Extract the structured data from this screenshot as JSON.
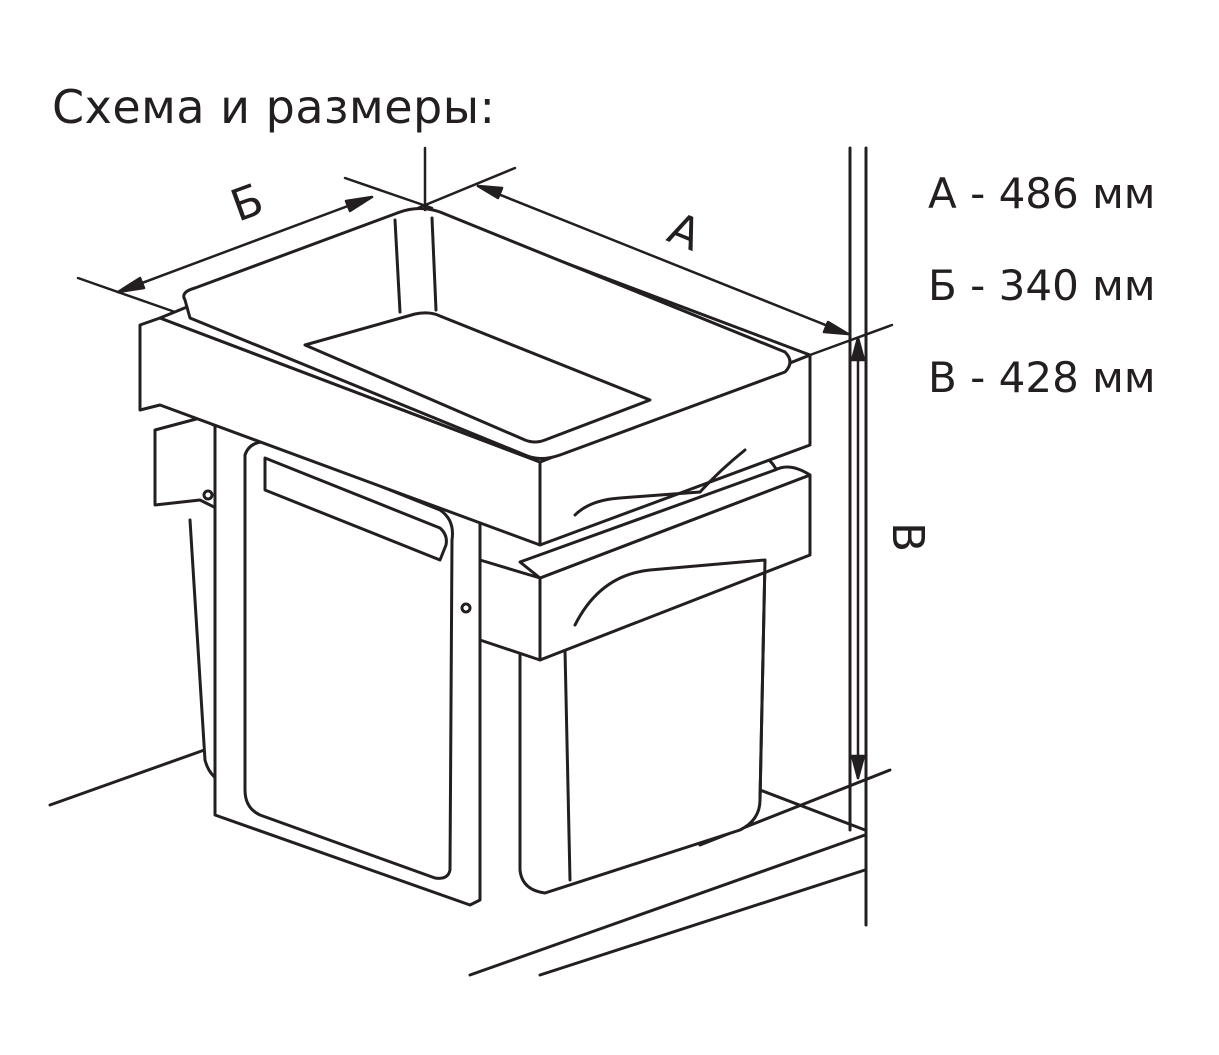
{
  "title": "Схема и размеры:",
  "dimensions": [
    {
      "label": "А",
      "text": "А - 486 мм"
    },
    {
      "label": "Б",
      "text": "Б - 340 мм"
    },
    {
      "label": "В",
      "text": "В - 428 мм"
    }
  ],
  "diagram": {
    "label_a": "А",
    "label_b": "Б",
    "label_v": "В",
    "stroke_color": "#231f20",
    "fill_color": "#ffffff"
  }
}
